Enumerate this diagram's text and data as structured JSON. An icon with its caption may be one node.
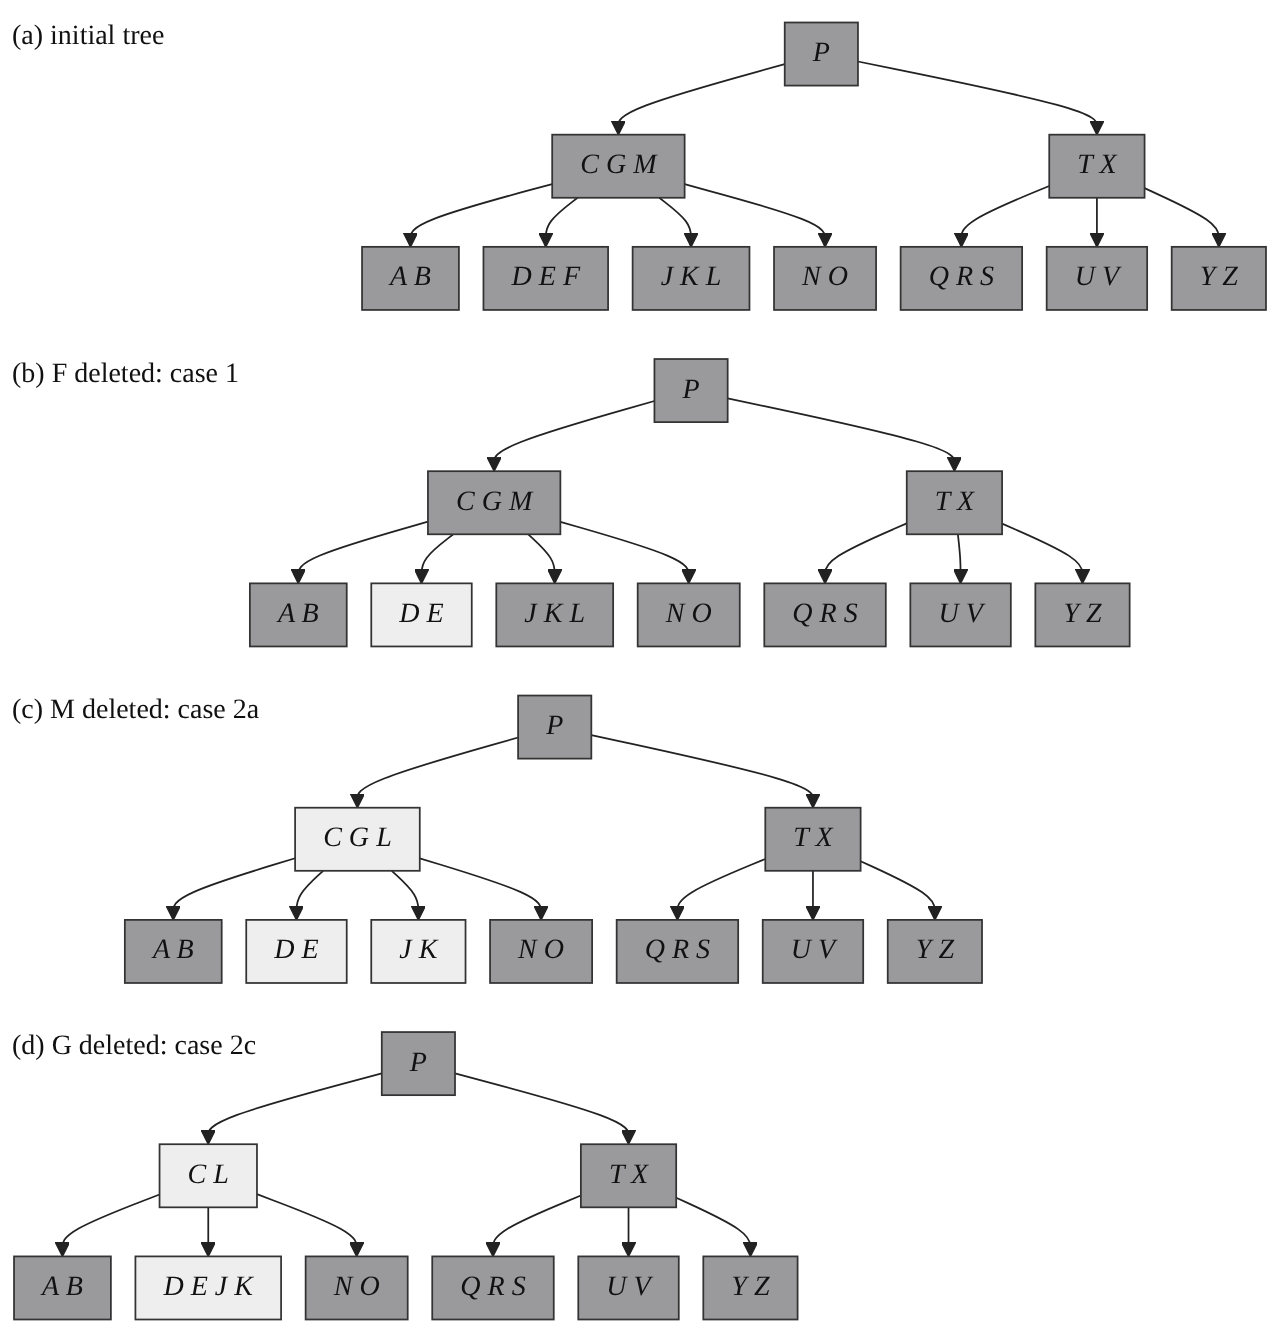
{
  "diagram": {
    "nodes": [
      {
        "text": [
          "P"
        ]
      },
      {
        "text": [
          "C G M"
        ]
      },
      {
        "text": [
          "T X"
        ]
      },
      {
        "text": [
          "A B"
        ]
      },
      {
        "text": [
          "D E F"
        ]
      },
      {
        "text": [
          "J K L"
        ]
      },
      {
        "text": [
          "N O"
        ]
      },
      {
        "text": [
          "Q R S"
        ]
      },
      {
        "text": [
          "U V"
        ]
      },
      {
        "text": [
          "Y Z"
        ]
      },
      {
        "text": [
          "P"
        ]
      },
      {
        "text": [
          "C G M"
        ]
      },
      {
        "text": [
          "T X"
        ]
      },
      {
        "text": [
          "A B"
        ]
      },
      {
        "text": [
          "D E"
        ]
      },
      {
        "text": [
          "J K L"
        ]
      },
      {
        "text": [
          "N O"
        ]
      },
      {
        "text": [
          "Q R S"
        ]
      },
      {
        "text": [
          "U V"
        ]
      },
      {
        "text": [
          "Y Z"
        ]
      },
      {
        "text": [
          "P"
        ]
      },
      {
        "text": [
          "C G L"
        ]
      },
      {
        "text": [
          "T X"
        ]
      },
      {
        "text": [
          "A B"
        ]
      },
      {
        "text": [
          "D E"
        ]
      },
      {
        "text": [
          "J K"
        ]
      },
      {
        "text": [
          "N O"
        ]
      },
      {
        "text": [
          "Q R S"
        ]
      },
      {
        "text": [
          "U V"
        ]
      },
      {
        "text": [
          "Y Z"
        ]
      },
      {
        "text": [
          "P"
        ]
      },
      {
        "text": [
          "C L"
        ]
      },
      {
        "text": [
          "T X"
        ]
      },
      {
        "text": [
          "A B"
        ]
      },
      {
        "text": [
          "D E J K"
        ]
      },
      {
        "text": [
          "N O"
        ]
      },
      {
        "text": [
          "Q R S"
        ]
      },
      {
        "text": [
          "U V"
        ]
      },
      {
        "text": [
          "Y Z"
        ]
      }
    ],
    "edges": [
      {
        "from": 0,
        "to": 1,
        "arrow": "to"
      },
      {
        "from": 0,
        "to": 2,
        "arrow": "to"
      },
      {
        "from": 1,
        "to": 3,
        "arrow": "to"
      },
      {
        "from": 1,
        "to": 4,
        "arrow": "to"
      },
      {
        "from": 1,
        "to": 5,
        "arrow": "to"
      },
      {
        "from": 1,
        "to": 6,
        "arrow": "to"
      },
      {
        "from": 2,
        "to": 7,
        "arrow": "to"
      },
      {
        "from": 2,
        "to": 8,
        "arrow": "to"
      },
      {
        "from": 2,
        "to": 9,
        "arrow": "to"
      },
      {
        "from": 10,
        "to": 11,
        "arrow": "to"
      },
      {
        "from": 10,
        "to": 12,
        "arrow": "to"
      },
      {
        "from": 11,
        "to": 13,
        "arrow": "to"
      },
      {
        "from": 11,
        "to": 14,
        "arrow": "to"
      },
      {
        "from": 11,
        "to": 15,
        "arrow": "to"
      },
      {
        "from": 11,
        "to": 16,
        "arrow": "to"
      },
      {
        "from": 12,
        "to": 17,
        "arrow": "to"
      },
      {
        "from": 12,
        "to": 18,
        "arrow": "to"
      },
      {
        "from": 12,
        "to": 19,
        "arrow": "to"
      },
      {
        "from": 20,
        "to": 21,
        "arrow": "to"
      },
      {
        "from": 20,
        "to": 22,
        "arrow": "to"
      },
      {
        "from": 21,
        "to": 23,
        "arrow": "to"
      },
      {
        "from": 21,
        "to": 24,
        "arrow": "to"
      },
      {
        "from": 21,
        "to": 25,
        "arrow": "to"
      },
      {
        "from": 21,
        "to": 26,
        "arrow": "to"
      },
      {
        "from": 22,
        "to": 27,
        "arrow": "to"
      },
      {
        "from": 22,
        "to": 28,
        "arrow": "to"
      },
      {
        "from": 22,
        "to": 29,
        "arrow": "to"
      },
      {
        "from": 30,
        "to": 31,
        "arrow": "to"
      },
      {
        "from": 30,
        "to": 32,
        "arrow": "to"
      },
      {
        "from": 31,
        "to": 33,
        "arrow": "to"
      },
      {
        "from": 31,
        "to": 34,
        "arrow": "to"
      },
      {
        "from": 31,
        "to": 35,
        "arrow": "to"
      },
      {
        "from": 32,
        "to": 36,
        "arrow": "to"
      },
      {
        "from": 32,
        "to": 37,
        "arrow": "to"
      },
      {
        "from": 32,
        "to": 38,
        "arrow": "to"
      }
    ],
    "labels": [
      "(a) initial tree",
      "(b) F deleted: case 1",
      "(c) M deleted: case 2a",
      "(d) G deleted: case 2c"
    ]
  }
}
